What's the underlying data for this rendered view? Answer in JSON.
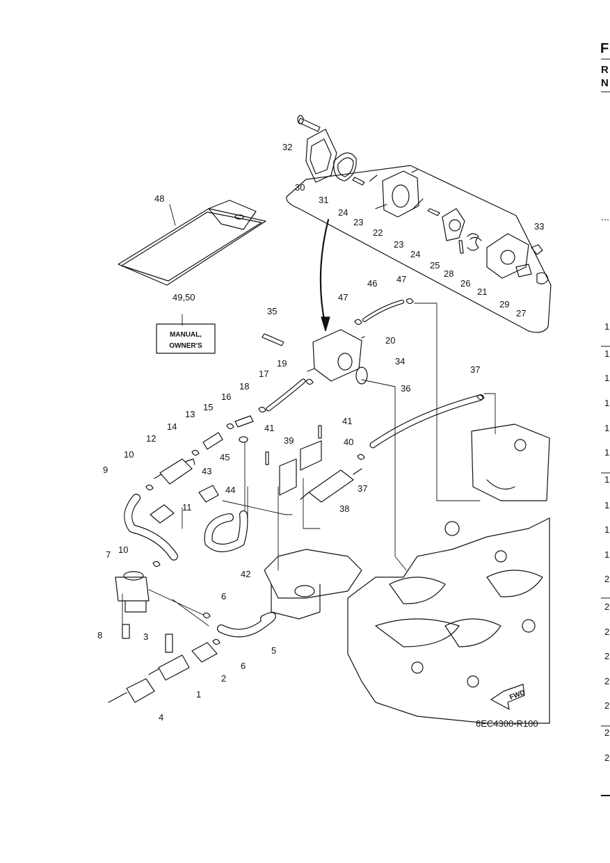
{
  "side_column": {
    "header_letters": [
      "F",
      "R",
      "N"
    ],
    "row_marks": [
      "1",
      "1",
      "1",
      "1",
      "1",
      "1",
      "1",
      "1",
      "1",
      "1",
      "2",
      "2",
      "2",
      "2",
      "2",
      "2",
      "2",
      "2"
    ]
  },
  "diagram": {
    "callouts": [
      "1",
      "2",
      "3",
      "4",
      "5",
      "6",
      "6",
      "7",
      "8",
      "9",
      "10",
      "10",
      "11",
      "12",
      "13",
      "14",
      "15",
      "16",
      "17",
      "18",
      "19",
      "20",
      "21",
      "22",
      "23",
      "23",
      "24",
      "24",
      "25",
      "26",
      "27",
      "28",
      "29",
      "30",
      "31",
      "32",
      "33",
      "34",
      "35",
      "36",
      "37",
      "37",
      "38",
      "39",
      "40",
      "41",
      "41",
      "42",
      "43",
      "44",
      "45",
      "46",
      "47",
      "47",
      "48",
      "49,50"
    ],
    "manual_label_line1": "MANUAL,",
    "manual_label_line2": "OWNER'S",
    "fwd_label": "FWD",
    "figure_code": "6EC4300-R100"
  }
}
